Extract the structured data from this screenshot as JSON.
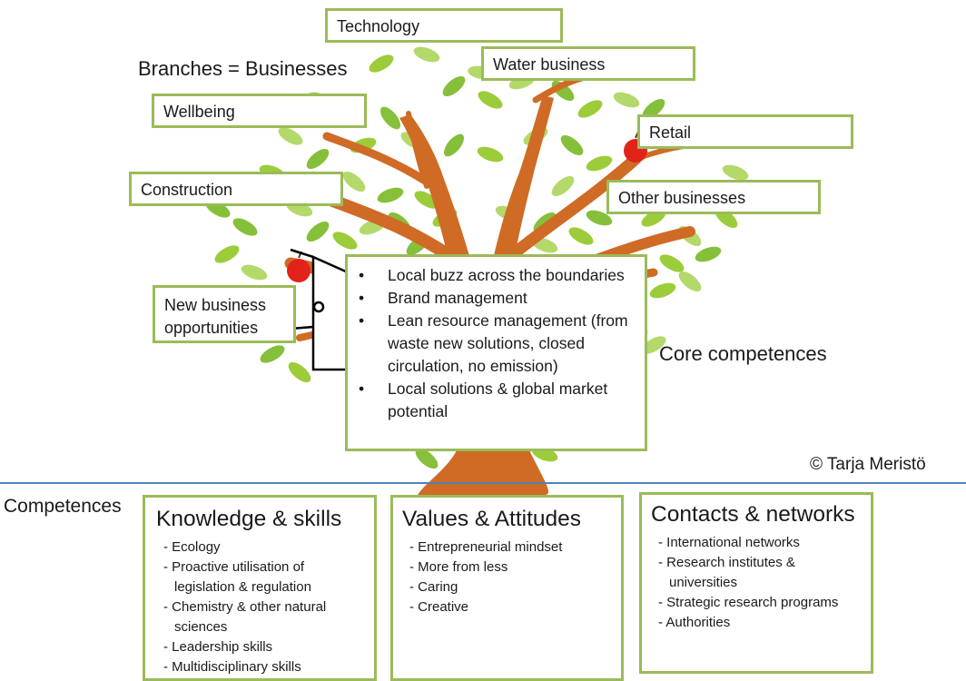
{
  "header": {
    "branches_label": "Branches = Businesses",
    "core_label": "Core competences",
    "competences_label": "Competences",
    "copyright": "© Tarja Meristö"
  },
  "branches": [
    {
      "id": "technology",
      "label": "Technology"
    },
    {
      "id": "water",
      "label": "Water business"
    },
    {
      "id": "wellbeing",
      "label": "Wellbeing"
    },
    {
      "id": "retail",
      "label": "Retail"
    },
    {
      "id": "construction",
      "label": "Construction"
    },
    {
      "id": "other",
      "label": "Other businesses"
    },
    {
      "id": "new",
      "label": "New business opportunities"
    }
  ],
  "core_list": [
    "Local buzz across the boundaries",
    "Brand management",
    "Lean resource management (from waste new solutions, closed circulation, no emission)",
    "Local solutions & global market potential"
  ],
  "competences": [
    {
      "title": "Knowledge & skills",
      "items": [
        "Ecology",
        "Proactive utilisation of legislation & regulation",
        "Chemistry & other natural sciences",
        "Leadership skills",
        "Multidisciplinary skills"
      ]
    },
    {
      "title": "Values & Attitudes",
      "items": [
        "Entrepreneurial mindset",
        "More from less",
        "Caring",
        "Creative"
      ]
    },
    {
      "title": "Contacts & networks",
      "items": [
        "International networks",
        "Research institutes & universities",
        "Strategic research programs",
        "Authorities"
      ]
    }
  ],
  "colors": {
    "border": "#9bbb59",
    "trunk": "#d2691e",
    "leaf": "#8cc63f",
    "apple": "#e2231a",
    "divider": "#4f81bd"
  }
}
